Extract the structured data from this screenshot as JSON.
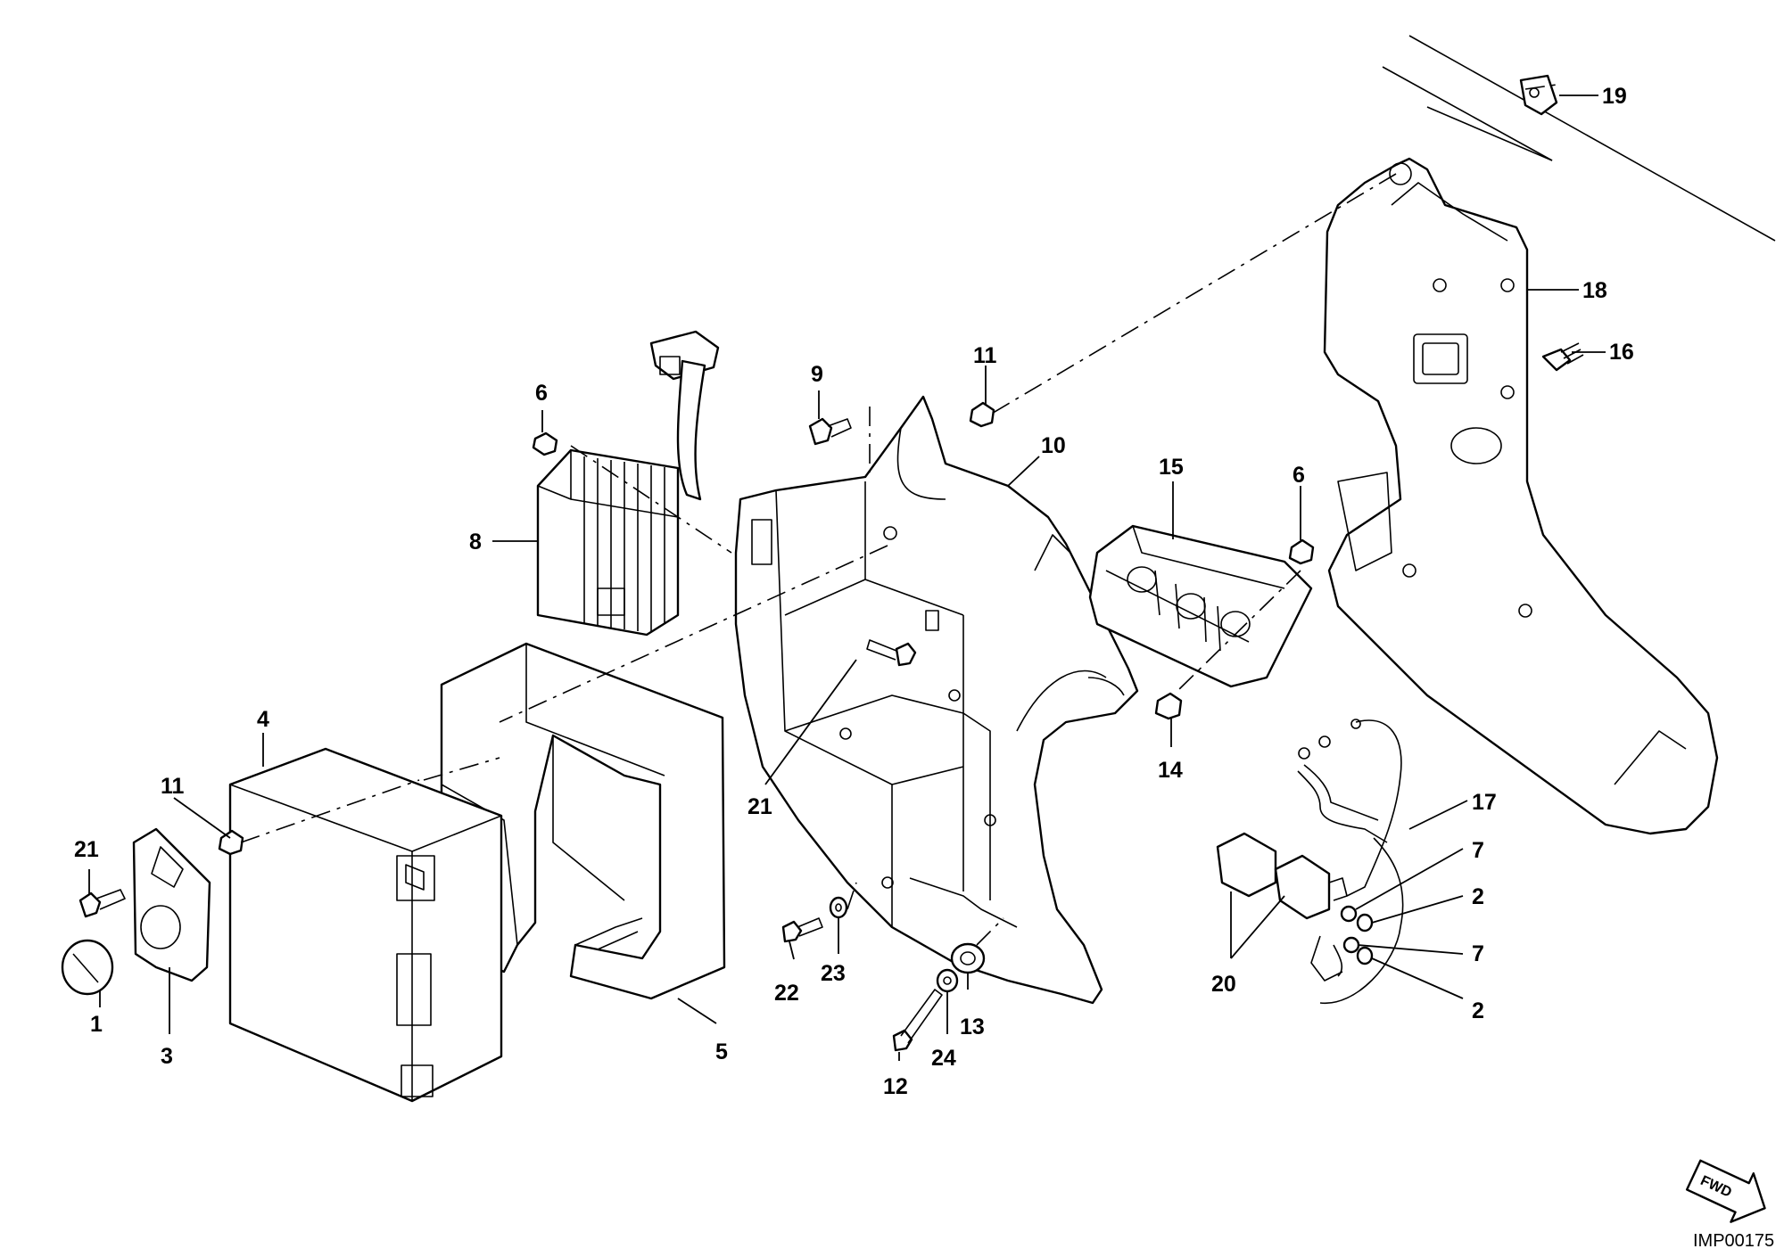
{
  "callouts": [
    {
      "id": "c1",
      "text": "1"
    },
    {
      "id": "c3",
      "text": "3"
    },
    {
      "id": "c21a",
      "text": "21"
    },
    {
      "id": "c11a",
      "text": "11"
    },
    {
      "id": "c4",
      "text": "4"
    },
    {
      "id": "c5",
      "text": "5"
    },
    {
      "id": "c6a",
      "text": "6"
    },
    {
      "id": "c8",
      "text": "8"
    },
    {
      "id": "c9",
      "text": "9"
    },
    {
      "id": "c11b",
      "text": "11"
    },
    {
      "id": "c10",
      "text": "10"
    },
    {
      "id": "c21b",
      "text": "21"
    },
    {
      "id": "c22",
      "text": "22"
    },
    {
      "id": "c23",
      "text": "23"
    },
    {
      "id": "c12",
      "text": "12"
    },
    {
      "id": "c24",
      "text": "24"
    },
    {
      "id": "c13",
      "text": "13"
    },
    {
      "id": "c15",
      "text": "15"
    },
    {
      "id": "c6b",
      "text": "6"
    },
    {
      "id": "c14",
      "text": "14"
    },
    {
      "id": "c19",
      "text": "19"
    },
    {
      "id": "c18",
      "text": "18"
    },
    {
      "id": "c16",
      "text": "16"
    },
    {
      "id": "c17",
      "text": "17"
    },
    {
      "id": "c7a",
      "text": "7"
    },
    {
      "id": "c2a",
      "text": "2"
    },
    {
      "id": "c7b",
      "text": "7"
    },
    {
      "id": "c2b",
      "text": "2"
    },
    {
      "id": "c20",
      "text": "20"
    }
  ],
  "direction_arrow": {
    "label": "FWD"
  },
  "figure_code": "IMP00175"
}
